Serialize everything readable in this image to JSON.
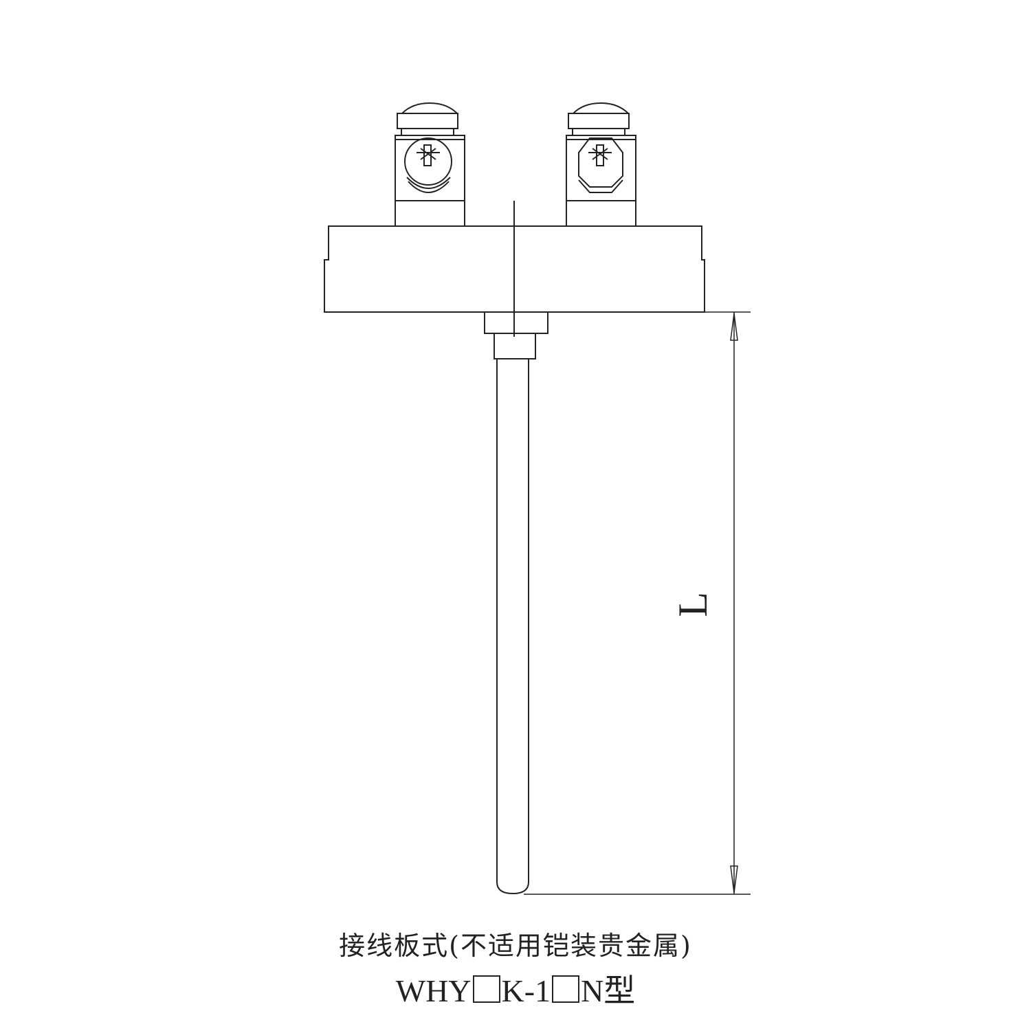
{
  "drawing": {
    "dimension_label": "L",
    "caption_line1": "接线板式(不适用铠装贵金属)",
    "model_prefix": "WHY",
    "model_middle": "K-1",
    "model_suffix": "N型"
  }
}
